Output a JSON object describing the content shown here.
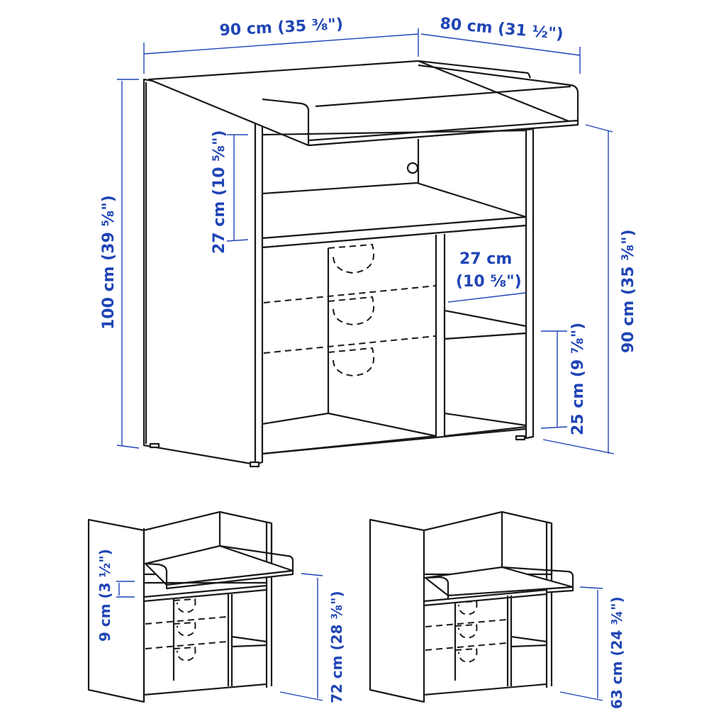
{
  "colors": {
    "dimension": "#1f45b5",
    "line": "#1a1a1a"
  },
  "main_view": {
    "width_label": "90 cm (35 ⅜\")",
    "depth_label": "80 cm (31 ½\")",
    "height_label": "100 cm (39 ⅝\")",
    "shelf_gap_label": "27 cm (10 ⅝\")",
    "compartment_width_line1": "27 cm",
    "compartment_width_line2": "(10 ⅝\")",
    "table_height_label": "90 cm (35 ⅜\")",
    "lower_shelf_label": "25 cm (9 ⅞\")"
  },
  "middle_position": {
    "gap_label": "9 cm (3 ½\")",
    "table_height_label": "72 cm (28 ⅜\")"
  },
  "low_position": {
    "table_height_label": "63 cm (24 ¾\")"
  }
}
